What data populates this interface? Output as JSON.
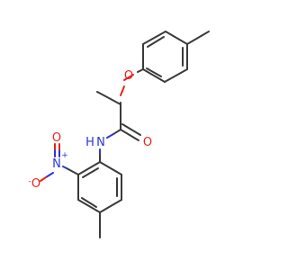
{
  "molecule": {
    "atoms": {
      "ether_oxygen": "O",
      "carbonyl_oxygen": "O",
      "amide_nitrogen": "N",
      "amide_hydrogen": "H",
      "nitro_nitrogen": "N",
      "nitro_charge_plus": "+",
      "nitro_oxygen_single": "O",
      "nitro_charge_minus": "-",
      "nitro_oxygen_double": "O"
    },
    "colors": {
      "carbon_bond": "#3a3a3a",
      "oxygen": "#e8231a",
      "nitrogen": "#2b35d8"
    }
  }
}
